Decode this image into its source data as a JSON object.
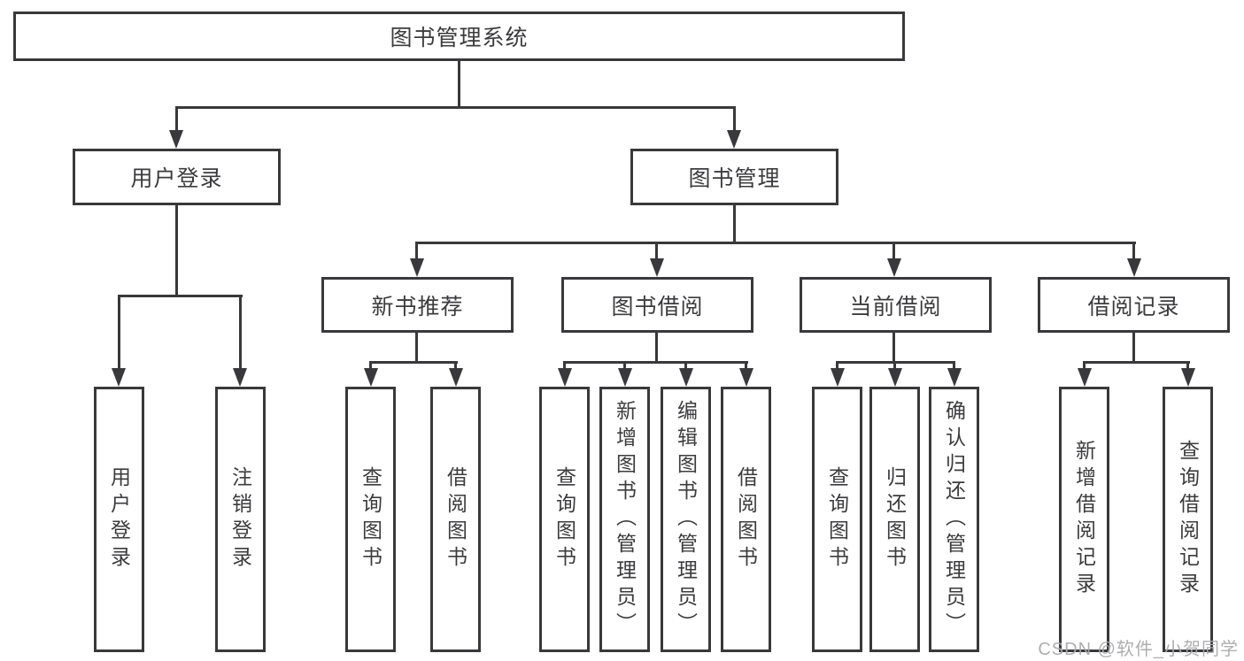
{
  "diagram": {
    "root": {
      "label": "图书管理系统"
    },
    "level2": [
      {
        "label": "用户登录"
      },
      {
        "label": "图书管理"
      }
    ],
    "level3": [
      {
        "label": "新书推荐"
      },
      {
        "label": "图书借阅"
      },
      {
        "label": "当前借阅"
      },
      {
        "label": "借阅记录"
      }
    ],
    "leaves": {
      "user": [
        "用户登录",
        "注销登录"
      ],
      "newbook": [
        "查询图书",
        "借阅图书"
      ],
      "borrow": [
        "查询图书",
        "新增图书（管理员）",
        "编辑图书（管理员）",
        "借阅图书"
      ],
      "current": [
        "查询图书",
        "归还图书",
        "确认归还（管理员）"
      ],
      "records": [
        "新增借阅记录",
        "查询借阅记录"
      ]
    }
  },
  "watermark": {
    "text": "CSDN @软件_小贺同学"
  },
  "colors": {
    "line": "#39393b",
    "text": "#3c3c3e",
    "watermark": "#aaaaac",
    "background": "#ffffff"
  }
}
